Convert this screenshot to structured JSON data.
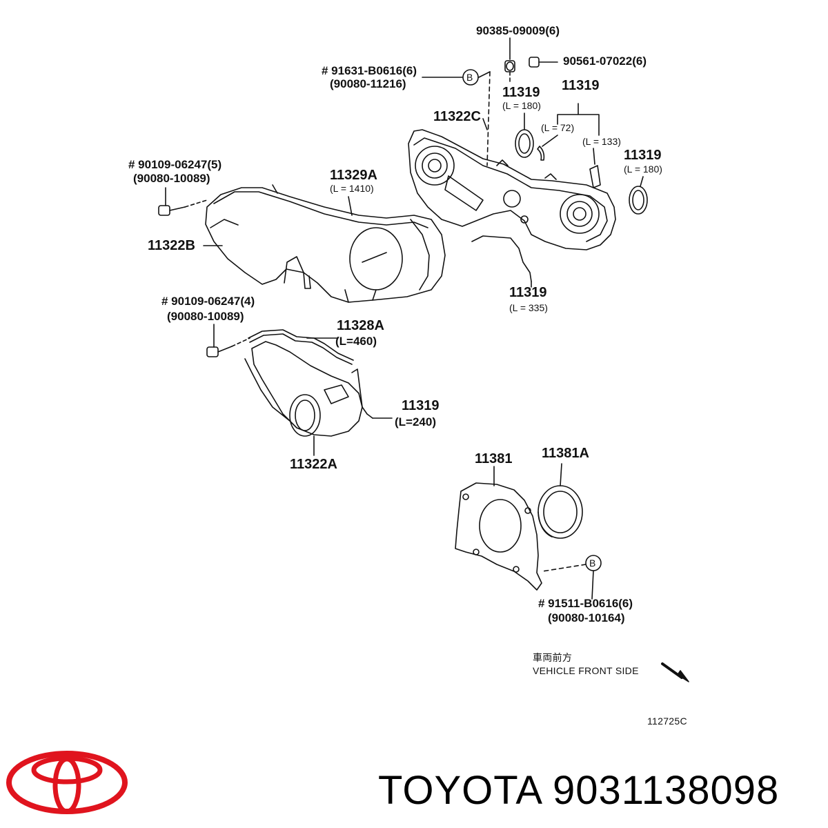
{
  "diagram": {
    "top_bolt": "90385-09009(6)",
    "top_washer": "90561-07022(6)",
    "bolt_b1_primary": "# 91631-B0616(6)",
    "bolt_b1_alt": "(90080-11216)",
    "circle_b": "B",
    "seal_11319_a": "11319",
    "seal_11319_a_len": "(L = 180)",
    "seal_11319_b": "11319",
    "seal_11319_b_len1": "(L = 72)",
    "seal_11319_b_len2": "(L = 133)",
    "cover_11322c": "11322C",
    "seal_11319_c": "11319",
    "seal_11319_c_len": "(L = 180)",
    "bolt_upper_left": "# 90109-06247(5)",
    "bolt_upper_left_alt": "(90080-10089)",
    "gasket_11329a": "11329A",
    "gasket_11329a_len": "(L = 1410)",
    "cover_11322b": "11322B",
    "seal_11319_d": "11319",
    "seal_11319_d_len": "(L = 335)",
    "bolt_lower_left": "# 90109-06247(4)",
    "bolt_lower_left_alt": "(90080-10089)",
    "gasket_11328a": "11328A",
    "gasket_11328a_len": "(L=460)",
    "seal_11319_e": "11319",
    "seal_11319_e_len": "(L=240)",
    "cover_11322a": "11322A",
    "retainer_11381": "11381",
    "oil_seal_11381a": "11381A",
    "bolt_b2_primary": "# 91511-B0616(6)",
    "bolt_b2_alt": "(90080-10164)",
    "front_jp": "車両前方",
    "front_en": "VEHICLE FRONT SIDE",
    "figure_code": "112725C"
  },
  "brand": {
    "caption": "TOYOTA 9031138098",
    "logo_color": "#e0141e"
  }
}
